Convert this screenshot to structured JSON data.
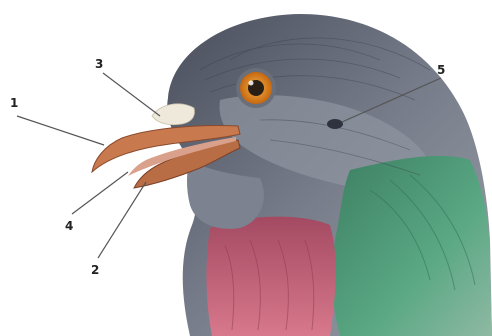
{
  "labels": {
    "beak_upper": "1",
    "beak_lower": "2",
    "cere": "3",
    "mouth": "4",
    "ear": "5"
  },
  "colors": {
    "head_grey": "#6f7683",
    "head_dark": "#3e4250",
    "beak": "#c8794e",
    "cere": "#efe9dc",
    "eye_iris": "#e08a1a",
    "throat_pink": "#c65a74",
    "neck_green": "#4f9c78",
    "leader_line": "#555555"
  }
}
